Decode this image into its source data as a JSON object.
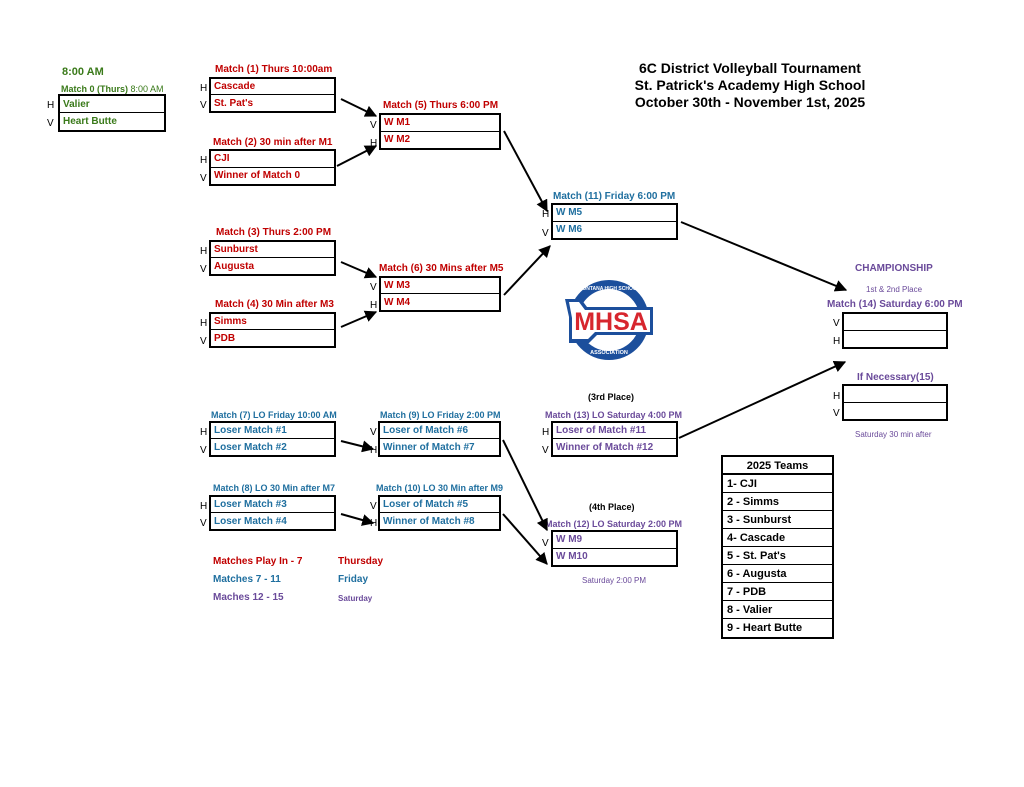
{
  "title": {
    "line1": "6C District Volleyball Tournament",
    "line2": "St. Patrick's Academy High School",
    "line3": "October 30th - November 1st, 2025"
  },
  "matches": {
    "m0": {
      "pre": "8:00 AM",
      "label": "Match 0 (Thurs)",
      "time": "8:00 AM",
      "h": "H",
      "v": "V",
      "top": "Valier",
      "bottom": "Heart Butte"
    },
    "m1": {
      "label": "Match (1) Thurs 10:00am",
      "h": "H",
      "v": "V",
      "top": "Cascade",
      "bottom": "St. Pat's"
    },
    "m2": {
      "label": "Match (2) 30 min after M1",
      "h": "H",
      "v": "V",
      "top": "CJI",
      "bottom": "Winner of Match 0"
    },
    "m3": {
      "label": "Match (3) Thurs 2:00 PM",
      "h": "H",
      "v": "V",
      "top": "Sunburst",
      "bottom": "Augusta"
    },
    "m4": {
      "label": "Match (4) 30 Min after M3",
      "h": "H",
      "v": "V",
      "top": "Simms",
      "bottom": "PDB"
    },
    "m5": {
      "label": "Match (5) Thurs 6:00 PM",
      "v": "V",
      "h": "H",
      "top": "W M1",
      "bottom": "W M2"
    },
    "m6": {
      "label": "Match (6) 30 Mins after M5",
      "v": "V",
      "h": "H",
      "top": "W M3",
      "bottom": "W M4"
    },
    "m7": {
      "label": "Match (7) LO Friday 10:00 AM",
      "h": "H",
      "v": "V",
      "top": "Loser Match #1",
      "bottom": "Loser Match #2"
    },
    "m8": {
      "label": "Match (8) LO 30 Min after M7",
      "h": "H",
      "v": "V",
      "top": "Loser Match #3",
      "bottom": "Loser Match #4"
    },
    "m9": {
      "label": "Match  (9) LO Friday 2:00 PM",
      "v": "V",
      "h": "H",
      "top": "Loser of Match #6",
      "bottom": "Winner of Match #7"
    },
    "m10": {
      "label": "Match  (10) LO 30 Min after M9",
      "v": "V",
      "h": "H",
      "top": "Loser of Match #5",
      "bottom": "Winner of Match #8"
    },
    "m11": {
      "label": "Match  (11) Friday 6:00 PM",
      "h": "H",
      "v": "V",
      "top": "W M5",
      "bottom": "W M6"
    },
    "m12": {
      "pre": "(4th Place)",
      "label": "Match  (12) LO Saturday 2:00 PM",
      "v": "V",
      "top": "W M9",
      "bottom": "W M10",
      "post": "Saturday 2:00 PM"
    },
    "m13": {
      "pre": "(3rd Place)",
      "label": "Match  (13) LO Saturday 4:00 PM",
      "h": "H",
      "v": "V",
      "top": "Loser of Match #11",
      "bottom": "Winner of Match #12"
    },
    "m14": {
      "pre1": "CHAMPIONSHIP",
      "pre2": "1st & 2nd Place",
      "label": "Match  (14) Saturday 6:00 PM",
      "v": "V",
      "h": "H",
      "top": "",
      "bottom": ""
    },
    "m15": {
      "label": "If Necessary(15)",
      "h": "H",
      "v": "V",
      "top": "",
      "bottom": "",
      "post": "Saturday 30 min after"
    }
  },
  "legend": [
    {
      "range": "Matches Play In - 7",
      "day": "Thursday",
      "color": "#c00000"
    },
    {
      "range": "Matches 7 - 11",
      "day": "Friday",
      "color": "#1f6f9f"
    },
    {
      "range": "Maches 12 - 15",
      "day": "Saturday",
      "color": "#6a4a9a"
    }
  ],
  "teams": {
    "header": "2025 Teams",
    "list": [
      "1- CJI",
      "2 - Simms",
      "3 - Sunburst",
      "4- Cascade",
      "5 - St. Pat's",
      "6 - Augusta",
      "7 - PDB",
      "8 - Valier",
      "9 - Heart Butte"
    ]
  },
  "logo": {
    "text": "MHSA",
    "ring_text_top": "MONTANA HIGH SCHOOL",
    "ring_text_bottom": "ASSOCIATION",
    "colors": {
      "red": "#d7262e",
      "blue": "#1c4f9c"
    }
  }
}
